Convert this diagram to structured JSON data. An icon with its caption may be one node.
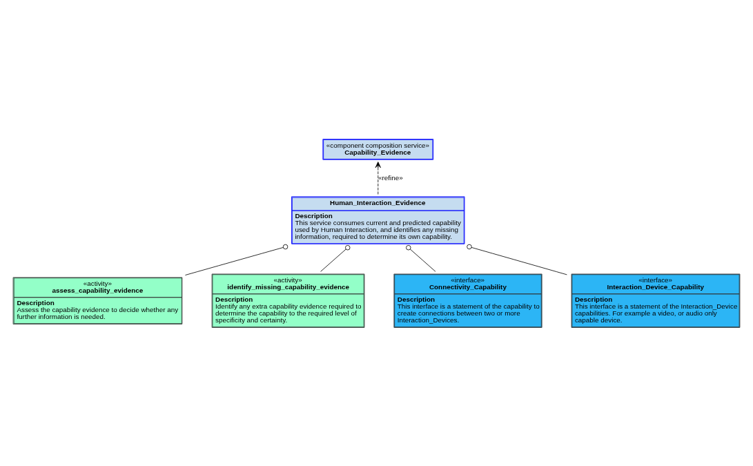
{
  "diagram": {
    "nodes": [
      {
        "text": [
          "«component composition service»",
          "Capability_Evidence"
        ]
      },
      {
        "text": [
          "Human_Interaction_Evidence",
          "Description",
          "This service consumes current and predicted capability used by Human Interaction, and identifies any missing information, required to determine its own capability."
        ]
      },
      {
        "text": [
          "«activity»",
          "assess_capability_evidence",
          "Description",
          "Assess the capability evidence to decide whether any further information is needed."
        ]
      },
      {
        "text": [
          "«activity»",
          "identify_missing_capability_evidence",
          "Description",
          "Identify any extra capability evidence required to determine the capability to the required level of specificity and certainty."
        ]
      },
      {
        "text": [
          "«interface»",
          "Connectivity_Capability",
          "Description",
          "This interface is a statement of the capability to create connections between two or more Interaction_Devices."
        ]
      },
      {
        "text": [
          "«interface»",
          "Interaction_Device_Capability",
          "Description",
          "This interface is a statement of the Interaction_Device capabilities. For example a video, or audio only capable device."
        ]
      }
    ],
    "edges": [
      {
        "from": 1,
        "to": 0,
        "arrow": "to",
        "label": "«refine»",
        "style": "dashed"
      },
      {
        "from": 2,
        "to": 1,
        "arrow": "other"
      },
      {
        "from": 3,
        "to": 1,
        "arrow": "other"
      },
      {
        "from": 4,
        "to": 1,
        "arrow": "other"
      },
      {
        "from": 5,
        "to": 1,
        "arrow": "other"
      }
    ]
  }
}
